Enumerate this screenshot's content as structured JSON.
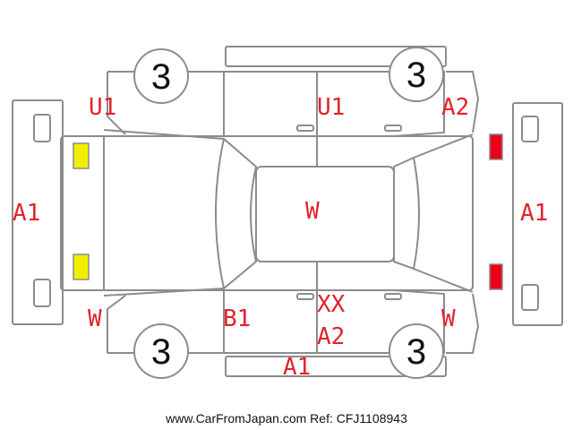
{
  "colors": {
    "outline": "#8c8c8c",
    "label": "#e0232b",
    "front_lamp": "#f2ee00",
    "rear_lamp": "#e8001c"
  },
  "tires": {
    "front_left": "3",
    "front_right": "3",
    "rear_left": "3",
    "rear_right": "3"
  },
  "labels": {
    "hood_left": "U1",
    "roof_center": "U1",
    "rear_quarter_right": "A2",
    "front_bumper": "A1",
    "rear_bumper": "A1",
    "roof": "W",
    "front_fender_left_low": "W",
    "front_door_left": "B1",
    "rear_door_left": "XX",
    "rear_door_left_2": "A2",
    "rear_quarter_low": "W",
    "side_sill": "A1"
  },
  "footer": "www.CarFromJapan.com Ref: CFJ1108943"
}
